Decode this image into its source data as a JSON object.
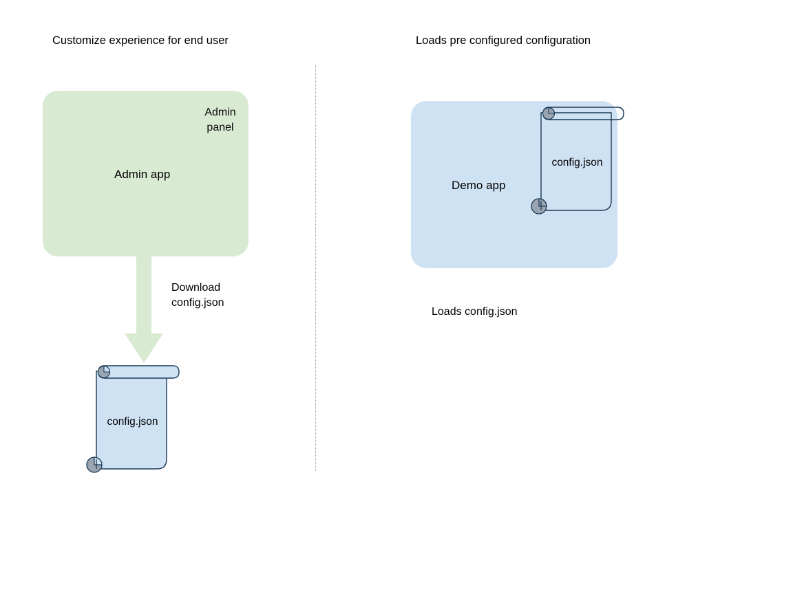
{
  "diagram": {
    "title_left": "Customize experience for end user",
    "title_right": "Loads pre configured configuration",
    "colors": {
      "admin_app_fill": "#d9ead3",
      "admin_panel_fill": "#5da košili",
      "demo_app_fill": "#cfe2f3",
      "scroll_fill": "#cfe2f3",
      "scroll_stroke": "#1b3a57",
      "scroll_roll_gray": "#9aa5b1",
      "arrow_fill": "#d9ead3",
      "divider_color": "#9a9a9a",
      "text_color": "#000000"
    }
  },
  "left_panel": {
    "heading": "Customize experience for end user",
    "app_box": {
      "label": "Admin app",
      "name": "admin-app"
    },
    "admin_panel": {
      "label_line1": "Admin",
      "label_line2": "panel"
    },
    "arrow": {
      "label_line1": "Download",
      "label_line2": "config.json",
      "direction": "down",
      "icon": "down-block-arrow-icon"
    },
    "config_file": {
      "label": "config.json",
      "icon": "scroll-document-icon"
    }
  },
  "right_panel": {
    "heading": "Loads pre configured configuration",
    "app_box": {
      "label": "Demo app",
      "name": "demo-app"
    },
    "config_file": {
      "label": "config.json",
      "icon": "scroll-document-icon"
    },
    "caption": "Loads config.json"
  }
}
